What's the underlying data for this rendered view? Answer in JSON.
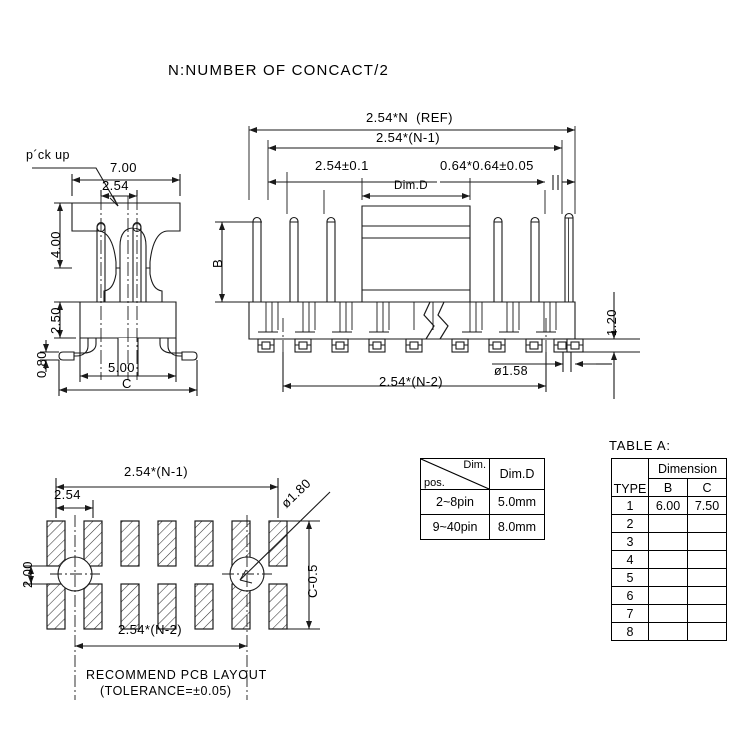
{
  "drawing": {
    "title_note": "N:NUMBER OF CONCACT/2",
    "pcb_caption_line1": "RECOMMEND PCB LAYOUT",
    "pcb_caption_line2": "(TOLERANCE=±0.05)"
  },
  "side_view": {
    "pick_up_label": "p´ck up",
    "dim_width_outer": "7.00",
    "dim_pitch": "2.54",
    "dim_height": "4.00",
    "dim_body_h": "2.50",
    "dim_foot_h": "0.80",
    "dim_inner": "5.00",
    "dim_c": "C"
  },
  "front_view": {
    "dim_total_ref": "2.54*N  (REF)",
    "dim_n_minus_1": "2.54*(N-1)",
    "dim_pitch_tol": "2.54±0.1",
    "dim_pin_section": "0.64*0.64±0.05",
    "dim_block": "Dim.D",
    "dim_b": "B",
    "dim_n_minus_2": "2.54*(N-2)",
    "dim_hole_dia": "ø1.58",
    "dim_foot_thick": "1.20",
    "pin_count": 10
  },
  "pcb_layout": {
    "dim_n_minus_1": "2.54*(N-1)",
    "dim_pitch": "2.54",
    "dim_row_gap": "2.00",
    "dim_hole_dia": "ø1.80",
    "dim_c_minus": "C-0.5",
    "dim_n_minus_2": "2.54*(N-2)",
    "pads_per_row": 7,
    "rows": 2,
    "holes": 2
  },
  "dim_table": {
    "header_corner_top": "Dim.",
    "header_corner_bottom": "pos.",
    "header_col": "Dim.D",
    "rows": [
      {
        "pos": "2~8pin",
        "value": "5.0mm"
      },
      {
        "pos": "9~40pin",
        "value": "8.0mm"
      }
    ]
  },
  "table_a": {
    "title": "TABLE A:",
    "header_type": "TYPE",
    "header_group": "Dimension",
    "header_b": "B",
    "header_c": "C",
    "rows": [
      {
        "type": "1",
        "b": "6.00",
        "c": "7.50"
      },
      {
        "type": "2",
        "b": "",
        "c": ""
      },
      {
        "type": "3",
        "b": "",
        "c": ""
      },
      {
        "type": "4",
        "b": "",
        "c": ""
      },
      {
        "type": "5",
        "b": "",
        "c": ""
      },
      {
        "type": "6",
        "b": "",
        "c": ""
      },
      {
        "type": "7",
        "b": "",
        "c": ""
      },
      {
        "type": "8",
        "b": "",
        "c": ""
      }
    ]
  },
  "colors": {
    "line": "#1a1a1a",
    "hatch": "#333333",
    "paper": "#ffffff"
  }
}
